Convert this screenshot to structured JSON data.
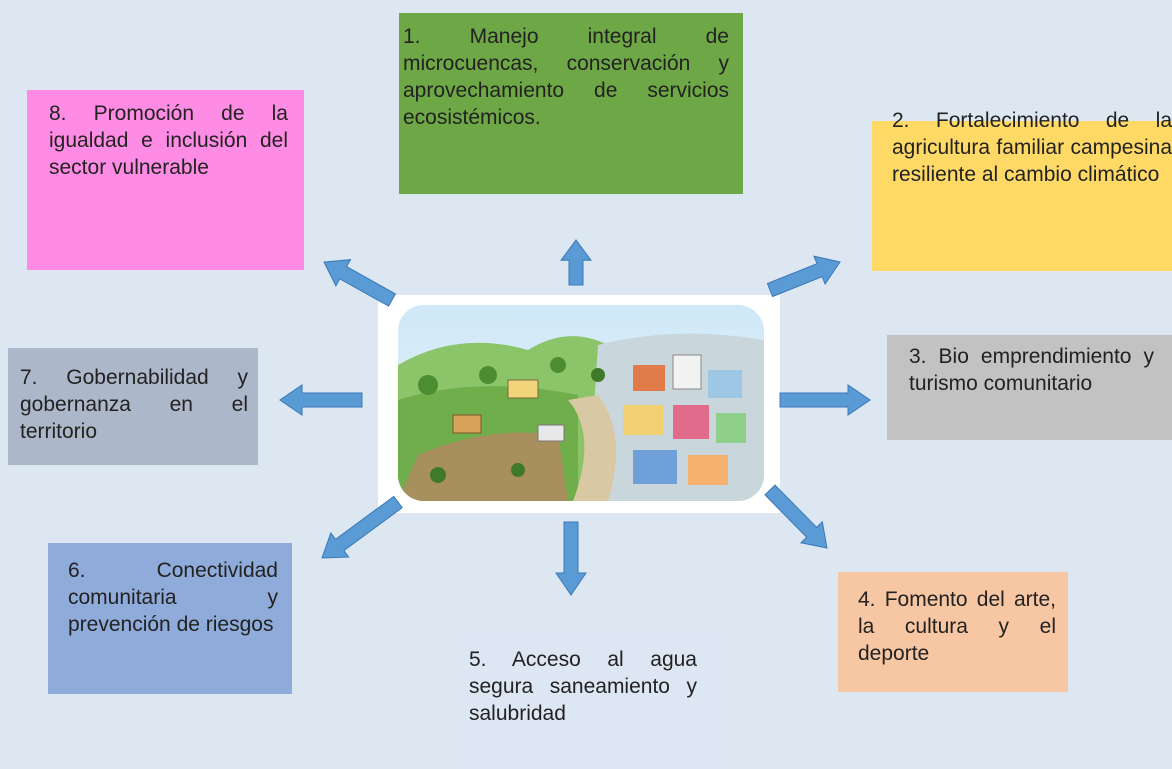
{
  "boxes": {
    "b1": "1. Manejo integral de microcuencas, conservación y aprovechamiento de servicios ecosistémicos.",
    "b2": "2. Fortalecimiento de la agricultura familiar campesina resiliente al cambio climático",
    "b3": "3. Bio emprendimiento y turismo comunitario",
    "b4": "4. Fomento del arte, la cultura y el deporte",
    "b5": "5. Acceso al agua segura saneamiento y salubridad",
    "b6": "6. Conectividad comunitaria y prevención de riesgos",
    "b7": "7. Gobernabilidad y gobernanza en el territorio",
    "b8": "8. Promoción de la igualdad e inclusión del sector vulnerable"
  },
  "colors": {
    "b1": "#6ea846",
    "b2": "#ffd966",
    "b3": "#c2c2c2",
    "b4": "#f7c6a2",
    "b5": "#dde6f3",
    "b6": "#8fabda",
    "b7": "#acb8c9",
    "b8": "#ff8ce4",
    "arrow": "#5b9bd5",
    "background": "#dde7f2"
  },
  "center": {
    "icon": "community-landscape-illustration"
  }
}
